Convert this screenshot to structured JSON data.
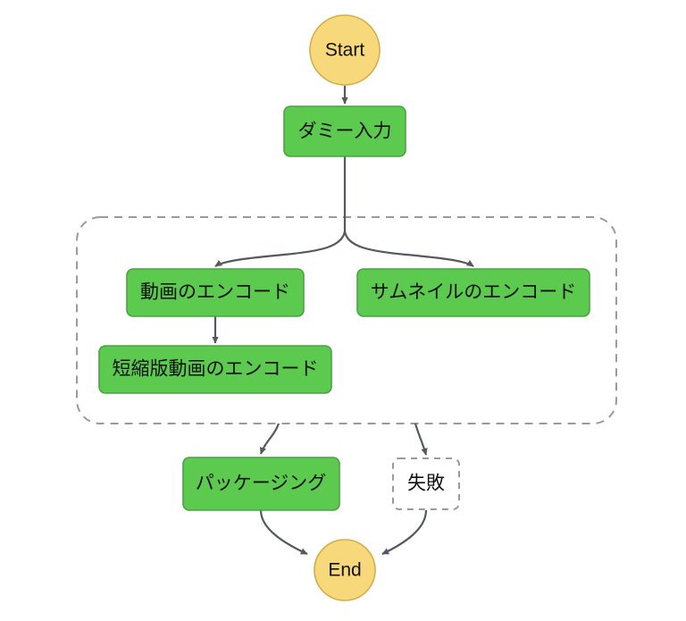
{
  "diagram": {
    "type": "flowchart",
    "direction": "top-to-bottom",
    "background_color": "#ffffff",
    "palette": {
      "terminal_fill": "#f7d97b",
      "terminal_stroke": "#d4ad49",
      "process_fill": "#5cc94f",
      "process_stroke": "#4aa342",
      "failure_fill": "#ffffff",
      "failure_stroke": "#9a9a9a",
      "edge_color": "#55585c",
      "group_border": "#9a9a9a",
      "text_color": "#111111"
    },
    "nodes": {
      "start": {
        "label": "Start",
        "shape": "circle"
      },
      "dummy_input": {
        "label": "ダミー入力",
        "shape": "rounded-rect"
      },
      "video_encode": {
        "label": "動画のエンコード",
        "shape": "rounded-rect"
      },
      "thumbnail_encode": {
        "label": "サムネイルのエンコード",
        "shape": "rounded-rect"
      },
      "short_video_encode": {
        "label": "短縮版動画のエンコード",
        "shape": "rounded-rect"
      },
      "packaging": {
        "label": "パッケージング",
        "shape": "rounded-rect"
      },
      "failure": {
        "label": "失敗",
        "shape": "rounded-rect-dashed"
      },
      "end": {
        "label": "End",
        "shape": "circle"
      }
    },
    "group": {
      "label": "",
      "style": "dashed-rounded-container"
    },
    "edges": [
      {
        "from": "start",
        "to": "dummy_input"
      },
      {
        "from": "dummy_input",
        "to": "video_encode"
      },
      {
        "from": "dummy_input",
        "to": "thumbnail_encode"
      },
      {
        "from": "video_encode",
        "to": "short_video_encode"
      },
      {
        "from": "group",
        "to": "packaging"
      },
      {
        "from": "group",
        "to": "failure"
      },
      {
        "from": "packaging",
        "to": "end"
      },
      {
        "from": "failure",
        "to": "end"
      }
    ]
  }
}
